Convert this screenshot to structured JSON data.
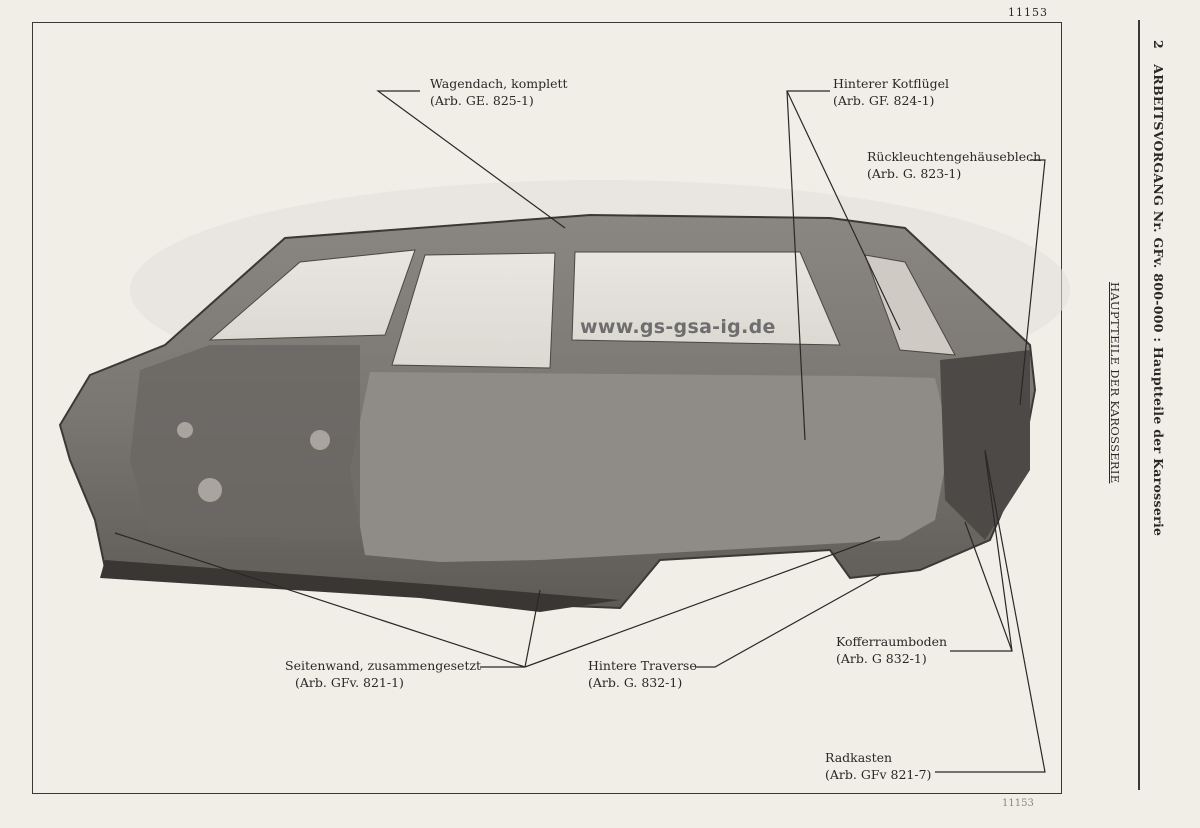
{
  "page": {
    "page_number": "11153",
    "page_number_bottom": "11153",
    "watermark": "www.gs-gsa-ig.de"
  },
  "sidebar": {
    "section_number": "2",
    "header": "ARBEITSVORGANG Nr. GFv. 800-000 : Hauptteile der Karosserie",
    "title": "HAUPTTEILE DER KAROSSERIE"
  },
  "labels": {
    "wagendach": {
      "name": "Wagendach, komplett",
      "ref": "(Arb. GE. 825-1)"
    },
    "kotfluegel": {
      "name": "Hinterer Kotflügel",
      "ref": "(Arb. GF. 824-1)"
    },
    "rueckleuchte": {
      "name": "Rückleuchtengehäuseblech",
      "ref": "(Arb. G. 823-1)"
    },
    "seitenwand": {
      "name": "Seitenwand, zusammengesetzt",
      "ref": "(Arb. GFv. 821-1)"
    },
    "traverse": {
      "name": "Hintere Traverse",
      "ref": "(Arb. G. 832-1)"
    },
    "kofferraum": {
      "name": "Kofferraumboden",
      "ref": "(Arb. G 832-1)"
    },
    "radkasten": {
      "name": "Radkasten",
      "ref": "(Arb. GFv 821-7)"
    }
  },
  "icons": [
    "car-body-shell-illustration"
  ]
}
